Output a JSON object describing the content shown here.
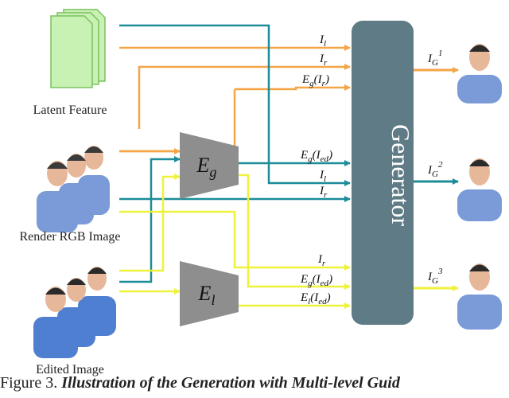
{
  "inputs": {
    "latent_label": "Latent Feature",
    "render_label": "Render RGB Image",
    "edited_label": "Edited Image"
  },
  "encoders": {
    "geometry": {
      "symbol": "E",
      "subscript": "g"
    },
    "light": {
      "symbol": "E",
      "subscript": "l"
    }
  },
  "generator": {
    "label": "Generator"
  },
  "signals": {
    "group1": [
      {
        "base": "I",
        "sub": "l",
        "suffix": ""
      },
      {
        "base": "I",
        "sub": "r",
        "suffix": ""
      },
      {
        "base": "E",
        "sub": "g",
        "suffix": "(I",
        "arg_sub": "r",
        "close": ")"
      }
    ],
    "group2": [
      {
        "base": "E",
        "sub": "g",
        "suffix": "(I",
        "arg_sub": "ed",
        "close": ")"
      },
      {
        "base": "I",
        "sub": "l",
        "suffix": ""
      },
      {
        "base": "I",
        "sub": "r",
        "suffix": ""
      }
    ],
    "group3": [
      {
        "base": "I",
        "sub": "r",
        "suffix": ""
      },
      {
        "base": "E",
        "sub": "g",
        "suffix": "(I",
        "arg_sub": "ed",
        "close": ")"
      },
      {
        "base": "E",
        "sub": "l",
        "suffix": "(I",
        "arg_sub": "ed",
        "close": ")"
      }
    ]
  },
  "outputs": [
    {
      "base": "I",
      "sub": "G",
      "sup": "1"
    },
    {
      "base": "I",
      "sub": "G",
      "sup": "2"
    },
    {
      "base": "I",
      "sub": "G",
      "sup": "3"
    }
  ],
  "colors": {
    "orange": "#f5a545",
    "teal": "#1b8c98",
    "yellow": "#eef23a",
    "generator": "#5f7b86",
    "encoder": "#8e8e8e",
    "latent_fill": "#c8f2b4",
    "latent_stroke": "#7cc060",
    "shirt": "#7a9ad8",
    "skin": "#e7b79a"
  },
  "caption": {
    "prefix": "Figure 3.",
    "italic": "Illustration of the Generation with Multi-level Guid"
  }
}
